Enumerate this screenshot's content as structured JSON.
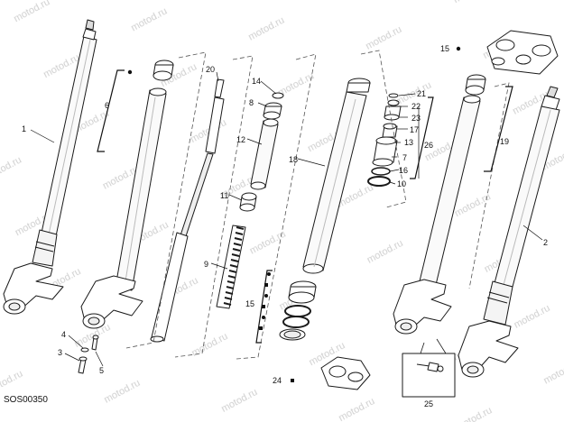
{
  "diagram": {
    "code": "SOS00350",
    "watermark": "motod.ru",
    "labels": {
      "l1": "1",
      "l2": "2",
      "l3": "3",
      "l4": "4",
      "l5": "5",
      "l6": "6",
      "l7": "7",
      "l8": "8",
      "l9": "9",
      "l10": "10",
      "l11": "11",
      "l12": "12",
      "l13": "13",
      "l14": "14",
      "l15a": "15",
      "l15b": "15",
      "l16": "16",
      "l17": "17",
      "l18": "18",
      "l19": "19",
      "l20": "20",
      "l21": "21",
      "l22": "22",
      "l23": "23",
      "l24": "24",
      "l25": "25",
      "l26": "26"
    }
  }
}
